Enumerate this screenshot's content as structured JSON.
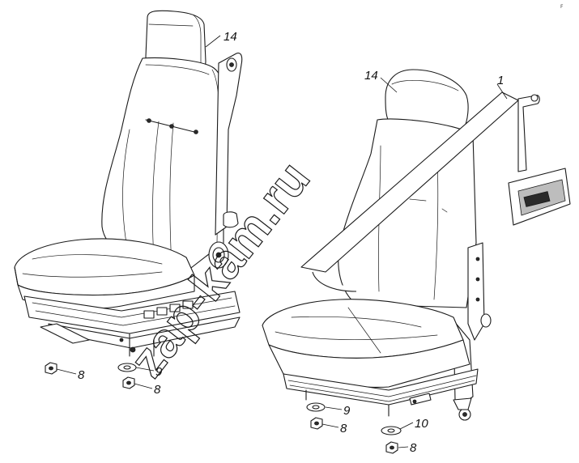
{
  "figure": {
    "callouts": [
      {
        "id": "left-14",
        "label": "14"
      },
      {
        "id": "left-8a",
        "label": "8"
      },
      {
        "id": "left-9",
        "label": "9"
      },
      {
        "id": "left-8b",
        "label": "8"
      },
      {
        "id": "right-14",
        "label": "14"
      },
      {
        "id": "right-1",
        "label": "1"
      },
      {
        "id": "right-9",
        "label": "9"
      },
      {
        "id": "right-8a",
        "label": "8"
      },
      {
        "id": "right-10",
        "label": "10"
      },
      {
        "id": "right-8b",
        "label": "8"
      }
    ],
    "watermark": "zap-kam.ru",
    "corner_mark": "F"
  }
}
